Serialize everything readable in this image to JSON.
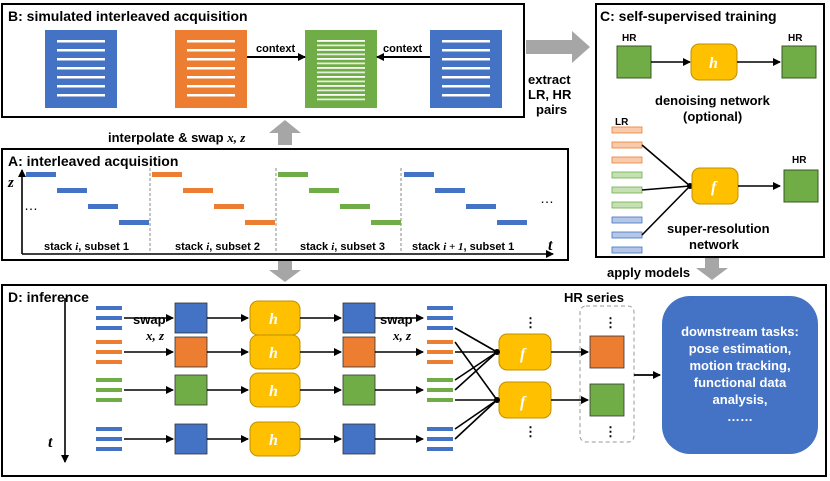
{
  "colors": {
    "blue": "#4472C4",
    "orange": "#ED7D31",
    "green": "#70AD47",
    "gold": "#FFC000",
    "gray": "#A6A6A6",
    "light_blue": "#B4C7E7",
    "light_orange": "#F8CBAD",
    "light_green": "#C5E0B4"
  },
  "panel_b": {
    "title": "B: simulated interleaved acquisition",
    "context_left": "context",
    "context_right": "context"
  },
  "panel_a": {
    "title": "A: interleaved acquisition",
    "z_axis": "z",
    "t_axis": "t",
    "ellipsis_left": "…",
    "ellipsis_right": "…",
    "subsets": [
      {
        "pre": "stack ",
        "var": "i",
        "post": ", subset 1"
      },
      {
        "pre": "stack ",
        "var": "i",
        "post": ", subset 2"
      },
      {
        "pre": "stack ",
        "var": "i",
        "post": ", subset 3"
      },
      {
        "pre": "stack ",
        "var": "i + 1",
        "post": ", subset 1"
      }
    ]
  },
  "arrow_ab": {
    "pre": "interpolate & swap ",
    "vars": "x, z"
  },
  "arrow_bc": {
    "line1": "extract",
    "line2": "LR, HR",
    "line3": "pairs"
  },
  "panel_c": {
    "title": "C: self-supervised training",
    "hr_in": "HR",
    "hr_out": "HR",
    "h": "h",
    "denoise_1": "denoising network",
    "denoise_2": "(optional)",
    "lr": "LR",
    "hr_sr": "HR",
    "f": "f",
    "sr_1": "super-resolution",
    "sr_2": "network"
  },
  "arrow_cd": {
    "label": "apply models"
  },
  "panel_d": {
    "title": "D: inference",
    "swap1": "swap",
    "swap1_vars": "x, z",
    "swap2": "swap",
    "swap2_vars": "x, z",
    "hr_series": "HR series",
    "t_axis": "t",
    "h": "h",
    "f": "f",
    "vdots": "⋮",
    "downstream": [
      "downstream tasks:",
      "pose estimation,",
      "motion tracking,",
      "functional data",
      "analysis,",
      "……"
    ]
  }
}
